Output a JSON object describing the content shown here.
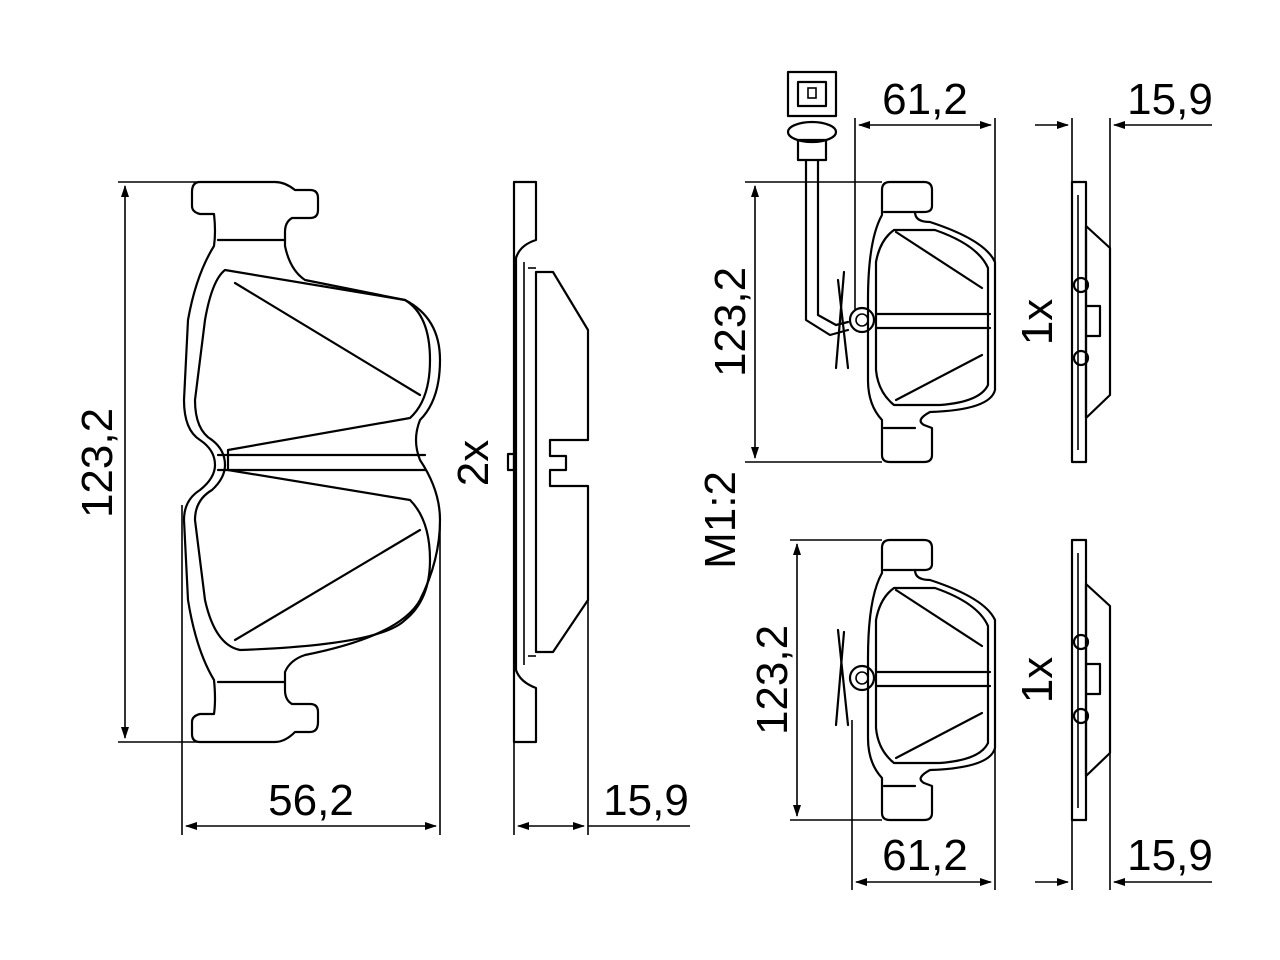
{
  "drawing": {
    "scale_note": "M1:2",
    "left_set": {
      "quantity": "2x",
      "height": "123,2",
      "width": "56,2",
      "thickness": "15,9"
    },
    "top_right_set": {
      "quantity": "1x",
      "height": "123,2",
      "width": "61,2",
      "thickness": "15,9"
    },
    "bottom_right_set": {
      "quantity": "1x",
      "height": "123,2",
      "width": "61,2",
      "thickness": "15,9"
    }
  }
}
